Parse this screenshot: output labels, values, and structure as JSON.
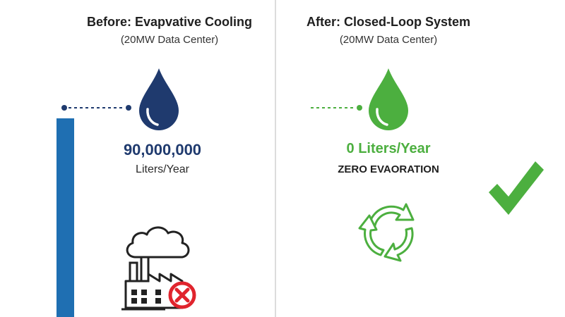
{
  "before": {
    "title": "Before: Evapvative Cooling",
    "subtitle": "(20MW Data Center)",
    "value": "90,000,000",
    "unit": "Liters/Year",
    "color": "#1f3a6e",
    "bar_color": "#1f6fb2"
  },
  "after": {
    "title": "After: Closed-Loop System",
    "subtitle": "(20MW Data Center)",
    "value": "0 Liters/Year",
    "note": "ZERO EVAORATION",
    "color": "#4caf3f"
  },
  "icons": {
    "left_drop": "water-drop-icon",
    "right_drop": "water-drop-icon",
    "factory": "factory-icon",
    "cross": "no-icon",
    "recycle": "recycle-icon",
    "check": "checkmark-icon"
  }
}
